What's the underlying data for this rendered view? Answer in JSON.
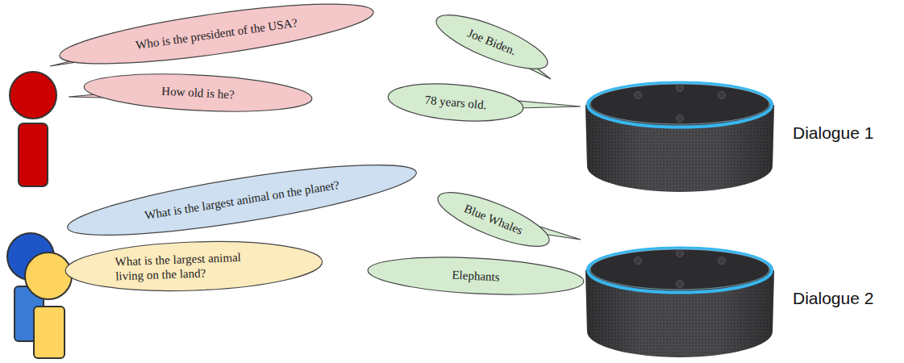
{
  "diagram": {
    "nodes": [
      {
        "text": [
          "Who is the president of the USA?"
        ]
      },
      {
        "text": [
          "Joe Biden."
        ]
      },
      {
        "text": [
          "How old is he?"
        ]
      },
      {
        "text": [
          "78 years old."
        ]
      },
      {
        "text": [
          "What is the largest animal on the planet?"
        ]
      },
      {
        "text": [
          "Blue Whales"
        ]
      },
      {
        "text": [
          "What is the largest animal living on the land?"
        ]
      },
      {
        "text": [
          "Elephants"
        ]
      }
    ],
    "labels": [
      "Dialogue 1",
      "Dialogue 2"
    ]
  }
}
